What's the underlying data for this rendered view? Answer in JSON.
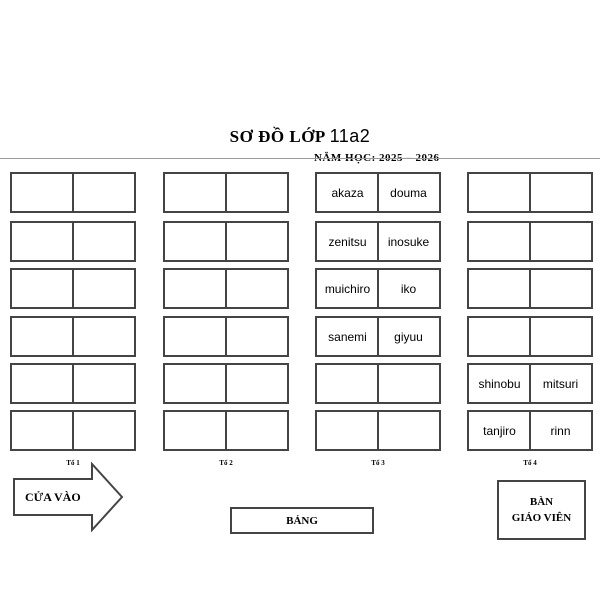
{
  "title": {
    "prefix": "SƠ ĐỒ LỚP",
    "class": "11a2"
  },
  "year": "NĂM HỌC: 2025 – 2026",
  "groups": [
    {
      "label": "Tổ 1",
      "rows": [
        [
          "",
          ""
        ],
        [
          "",
          ""
        ],
        [
          "",
          ""
        ],
        [
          "",
          ""
        ],
        [
          "",
          ""
        ],
        [
          "",
          ""
        ]
      ]
    },
    {
      "label": "Tổ 2",
      "rows": [
        [
          "",
          ""
        ],
        [
          "",
          ""
        ],
        [
          "",
          ""
        ],
        [
          "",
          ""
        ],
        [
          "",
          ""
        ],
        [
          "",
          ""
        ]
      ]
    },
    {
      "label": "Tổ 3",
      "rows": [
        [
          "akaza",
          "douma"
        ],
        [
          "zenitsu",
          "inosuke"
        ],
        [
          "muichiro",
          "iko"
        ],
        [
          "sanemi",
          "giyuu"
        ],
        [
          "",
          ""
        ],
        [
          "",
          ""
        ]
      ]
    },
    {
      "label": "Tổ 4",
      "rows": [
        [
          "",
          ""
        ],
        [
          "",
          ""
        ],
        [
          "",
          ""
        ],
        [
          "",
          ""
        ],
        [
          "shinobu",
          "mitsuri"
        ],
        [
          "tanjiro",
          "rinn"
        ]
      ]
    }
  ],
  "door_label": "CỬA VÀO",
  "board_label": "BẢNG",
  "teacher_desk": {
    "line1": "BÀN",
    "line2": "GIÁO VIÊN"
  }
}
